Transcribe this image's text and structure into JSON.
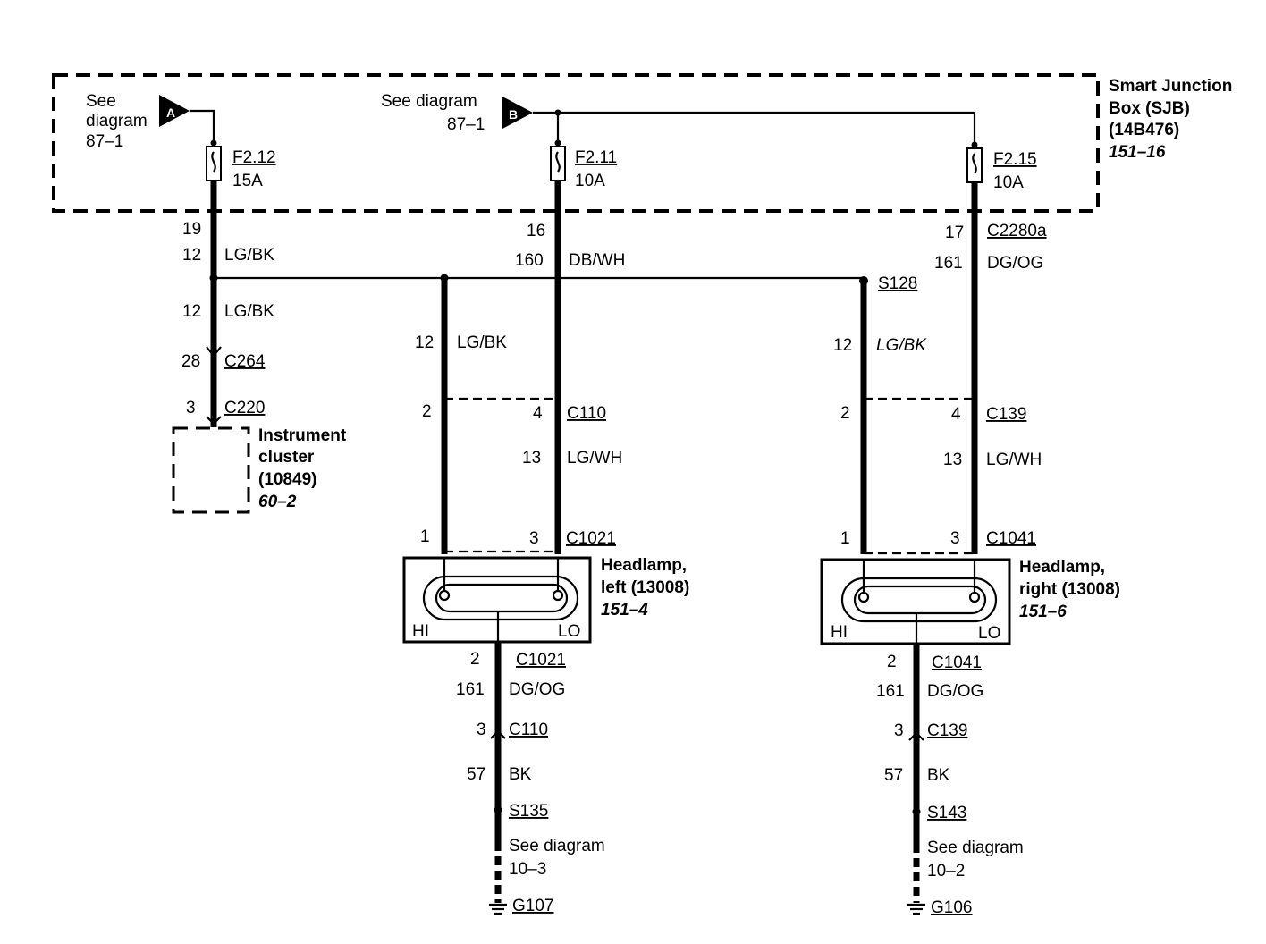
{
  "sjb": {
    "title_l1": "Smart Junction",
    "title_l2": "Box (SJB)",
    "part": "(14B476)",
    "ref": "151–16"
  },
  "connector_a": {
    "letter": "A",
    "see_l1": "See",
    "see_l2": "diagram",
    "see_l3": "87–1"
  },
  "connector_b": {
    "letter": "B",
    "see_l1": "See diagram",
    "see_l2": "87–1"
  },
  "fuses": [
    {
      "id": "F2.12",
      "rating": "15A"
    },
    {
      "id": "F2.11",
      "rating": "10A"
    },
    {
      "id": "F2.15",
      "rating": "10A"
    }
  ],
  "left_branch": {
    "pin_19": "19",
    "circuit_12a": "12",
    "color_a": "LG/BK",
    "circuit_12b": "12",
    "color_b": "LG/BK",
    "pin_28": "28",
    "conn_c264": "C264",
    "pin_3": "3",
    "conn_c220": "C220"
  },
  "instrument_cluster": {
    "l1": "Instrument",
    "l2": "cluster",
    "l3": "(10849)",
    "ref": "60–2"
  },
  "center_branch": {
    "pin_16": "16",
    "circuit_160": "160",
    "color_dbwh": "DB/WH",
    "circuit_12": "12",
    "color_lgbk": "LG/BK",
    "pin_2": "2",
    "pin_4": "4",
    "conn_c110": "C110",
    "circuit_13": "13",
    "color_lgwh": "LG/WH",
    "pin_1": "1",
    "pin_3": "3",
    "conn_c1021": "C1021"
  },
  "right_branch": {
    "pin_17": "17",
    "conn_c2280a": "C2280a",
    "circuit_161": "161",
    "color_dgog": "DG/OG",
    "splice_s128": "S128",
    "circuit_12": "12",
    "color_lgbk": "LG/BK",
    "pin_2": "2",
    "pin_4": "4",
    "conn_c139": "C139",
    "circuit_13": "13",
    "color_lgwh": "LG/WH",
    "pin_1": "1",
    "pin_3": "3",
    "conn_c1041": "C1041"
  },
  "headlamp_left": {
    "l1": "Headlamp,",
    "l2": "left (13008)",
    "ref": "151–4",
    "hi": "HI",
    "lo": "LO"
  },
  "headlamp_right": {
    "l1": "Headlamp,",
    "l2": "right (13008)",
    "ref": "151–6",
    "hi": "HI",
    "lo": "LO"
  },
  "ground_left": {
    "pin_2": "2",
    "conn_c1021": "C1021",
    "circuit_161": "161",
    "color_dgog": "DG/OG",
    "pin_3": "3",
    "conn_c110": "C110",
    "circuit_57": "57",
    "color_bk": "BK",
    "splice": "S135",
    "see_l1": "See diagram",
    "see_l2": "10–3",
    "ground": "G107"
  },
  "ground_right": {
    "pin_2": "2",
    "conn_c1041": "C1041",
    "circuit_161": "161",
    "color_dgog": "DG/OG",
    "pin_3": "3",
    "conn_c139": "C139",
    "circuit_57": "57",
    "color_bk": "BK",
    "splice": "S143",
    "see_l1": "See diagram",
    "see_l2": "10–2",
    "ground": "G106"
  }
}
